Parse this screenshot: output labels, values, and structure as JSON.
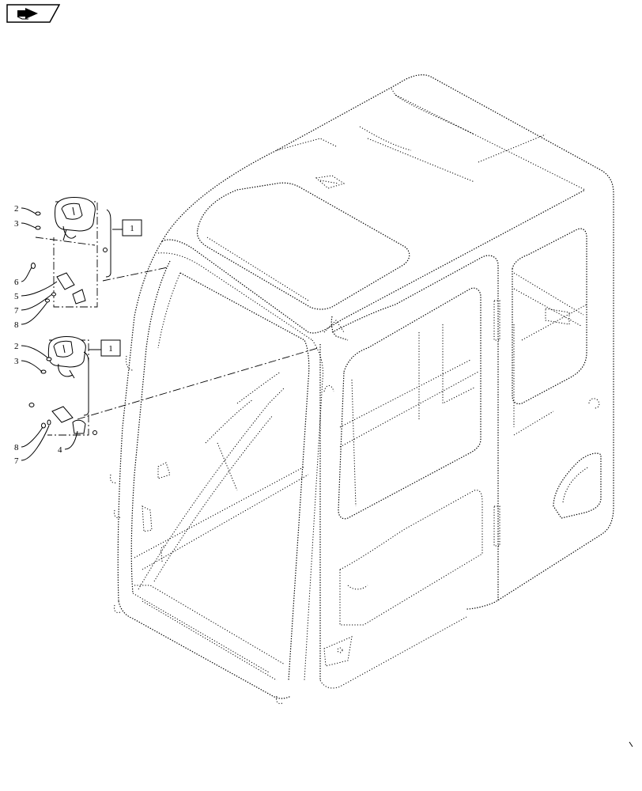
{
  "navigation": {
    "icon": "next-page-arrow-icon"
  },
  "callouts": [
    {
      "label": "2"
    },
    {
      "label": "3"
    },
    {
      "label": "6"
    },
    {
      "label": "5"
    },
    {
      "label": "7"
    },
    {
      "label": "8"
    },
    {
      "label": "2"
    },
    {
      "label": "3"
    },
    {
      "label": "8"
    },
    {
      "label": "7"
    },
    {
      "label": "4"
    }
  ],
  "assembly_refs": [
    {
      "label": "1"
    },
    {
      "label": "1"
    }
  ]
}
